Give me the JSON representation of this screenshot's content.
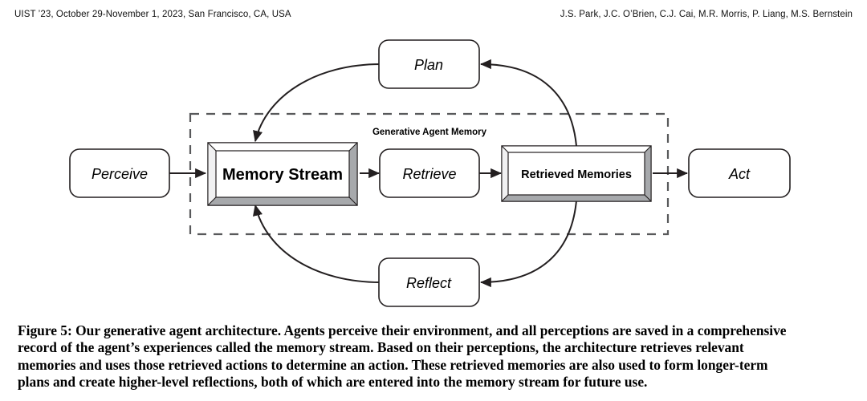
{
  "header": {
    "left": "UIST ’23, October 29-November 1, 2023, San Francisco, CA, USA",
    "right": "J.S. Park, J.C. O’Brien, C.J. Cai, M.R. Morris, P. Liang, M.S. Bernstein"
  },
  "figure": {
    "group_label": "Generative Agent Memory",
    "nodes": {
      "perceive": "Perceive",
      "memory_stream": "Memory Stream",
      "retrieve": "Retrieve",
      "retrieved_memories": "Retrieved Memories",
      "act": "Act",
      "plan": "Plan",
      "reflect": "Reflect"
    },
    "colors": {
      "stroke": "#231f20",
      "dashed_stroke": "#58595b",
      "bevel_shadow": "#a7a9ac",
      "bevel_light": "#ffffff",
      "background": "#ffffff"
    }
  },
  "caption": {
    "lines": [
      "Figure 5: Our generative agent architecture. Agents perceive their environment, and all perceptions are saved in a comprehensive",
      "record of the agent’s experiences called the memory stream. Based on their perceptions, the architecture retrieves relevant",
      "memories and uses those retrieved actions to determine an action. These retrieved memories are also used to form longer-term",
      "plans and create higher-level reflections, both of which are entered into the memory stream for future use."
    ]
  }
}
